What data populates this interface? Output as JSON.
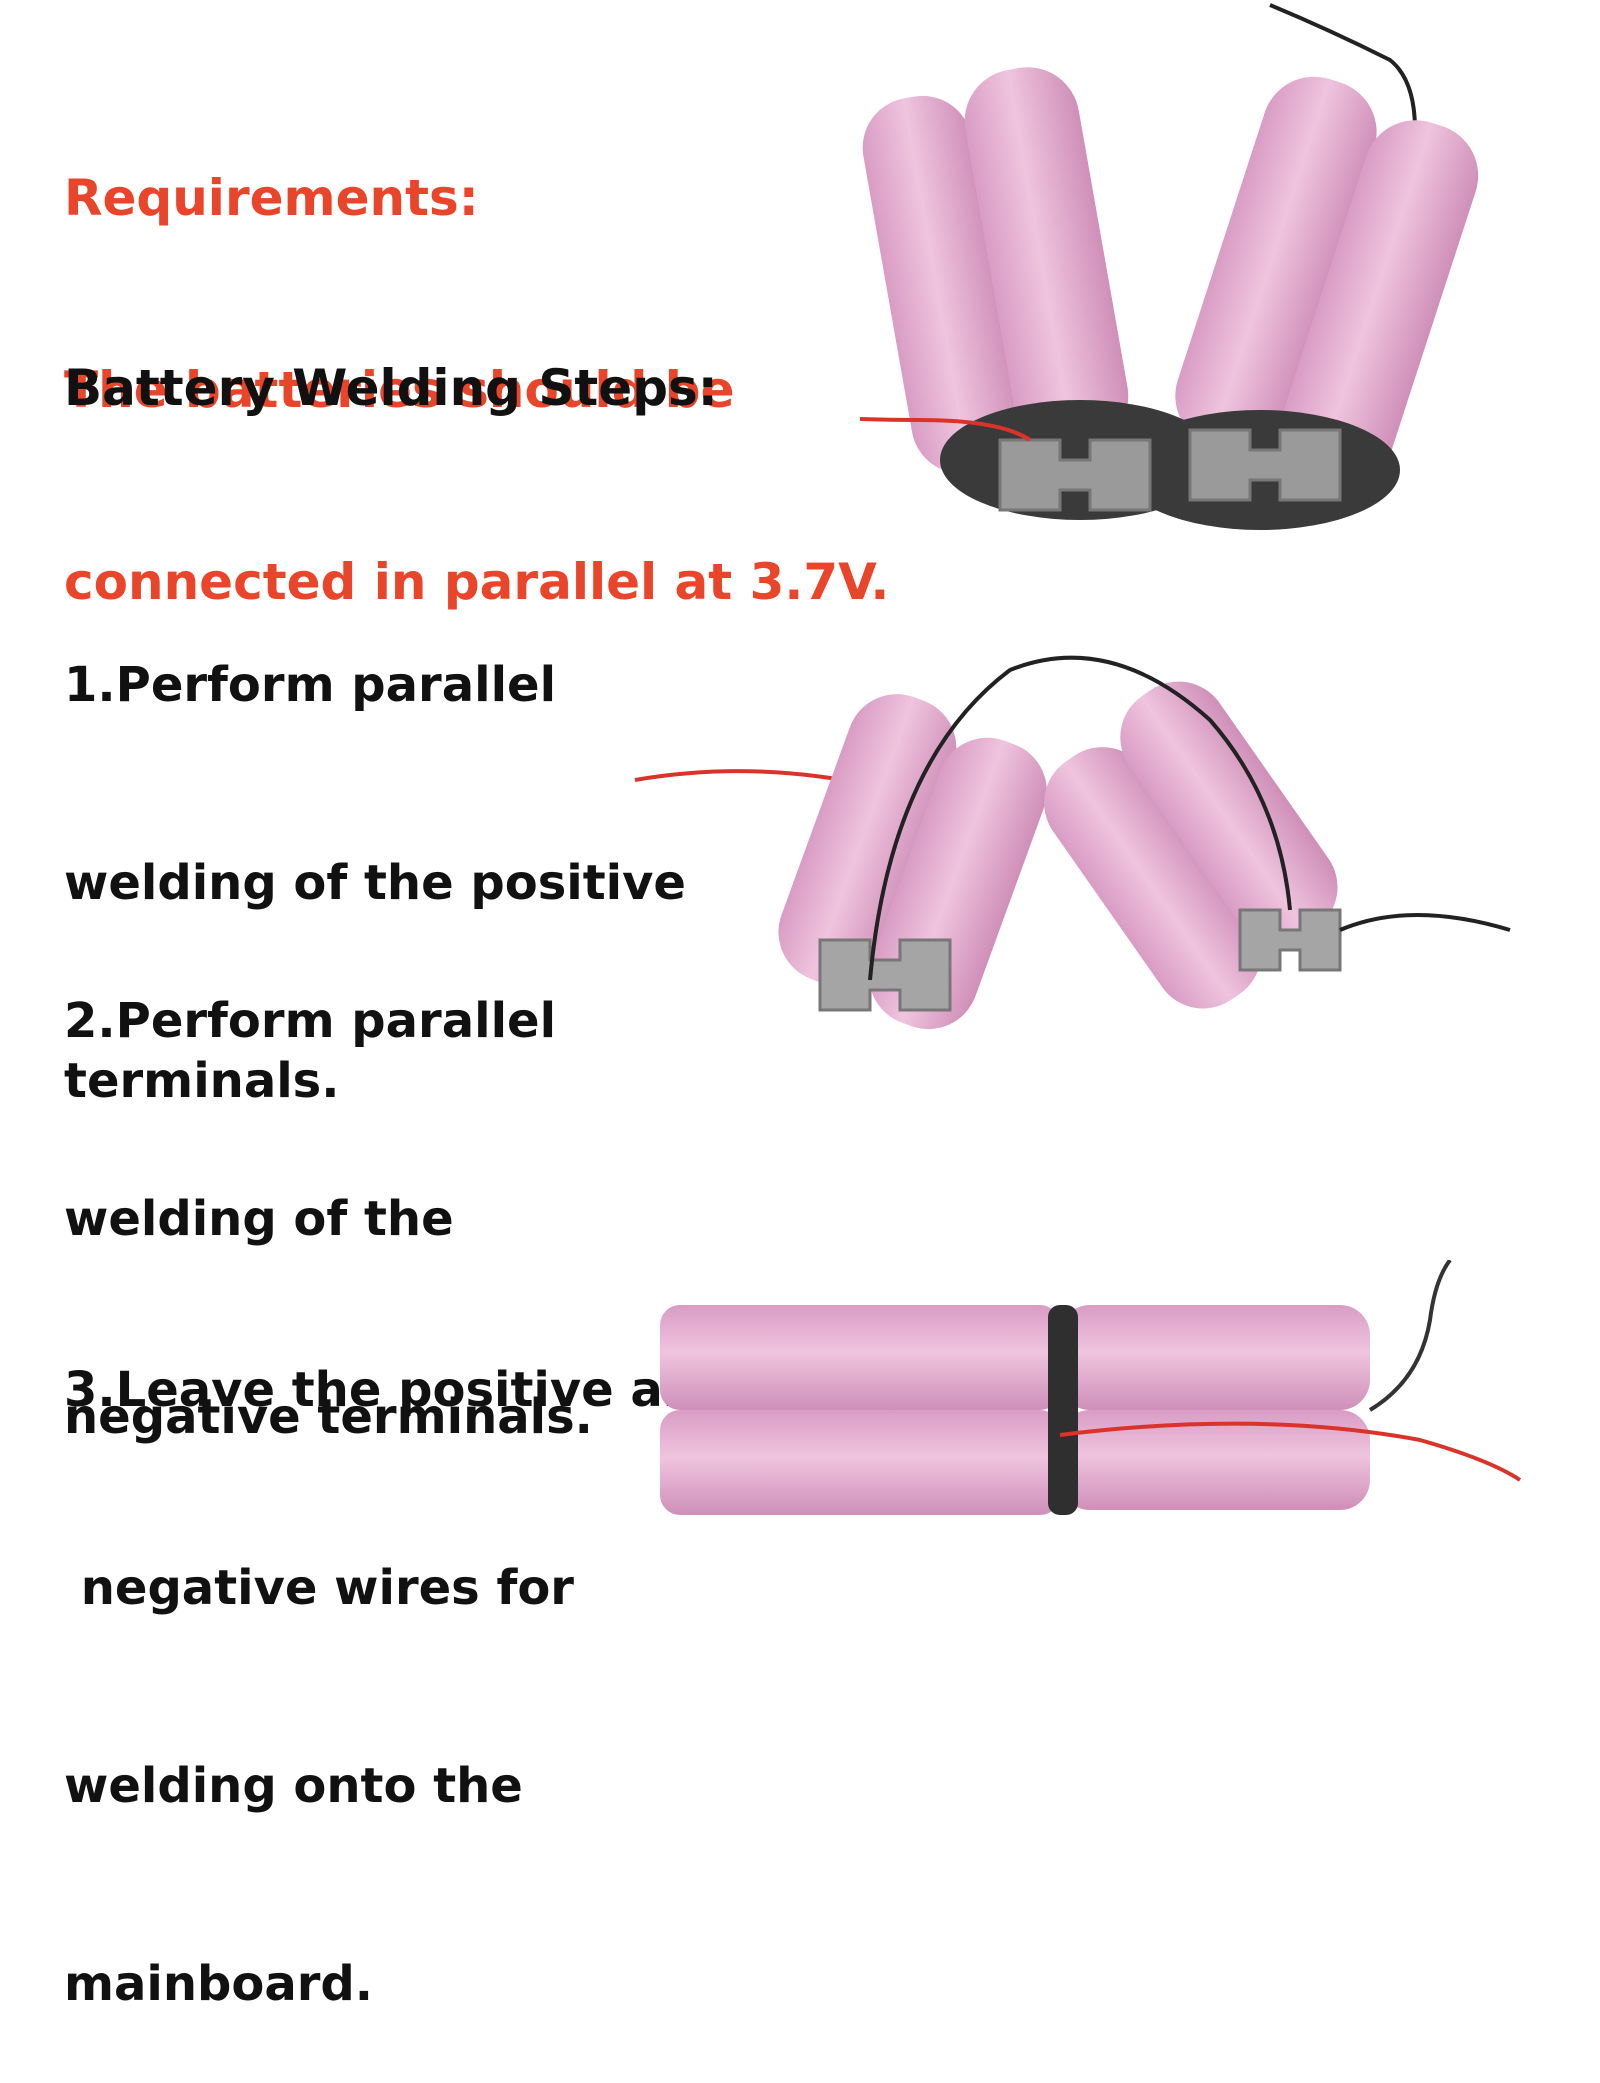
{
  "requirements": {
    "label": "Requirements:",
    "line1": "The batteries should be",
    "line2": "connected in parallel at 3.7V."
  },
  "heading": "Battery Welding Steps:",
  "steps": [
    {
      "lines": [
        "1.Perform parallel",
        "welding of the positive",
        "terminals."
      ]
    },
    {
      "lines": [
        "2.Perform parallel",
        "welding of the",
        "negative terminals."
      ]
    },
    {
      "lines": [
        "3.Leave the positive and",
        " negative wires for",
        "welding onto the",
        "mainboard."
      ]
    }
  ],
  "colors": {
    "requirement_text": "#e8452a",
    "body_text": "#111111",
    "cell_pink": "#e6b3d3",
    "nickel_strip": "#9a9a9a",
    "wire_red": "#d9332a",
    "wire_black": "#222222"
  }
}
